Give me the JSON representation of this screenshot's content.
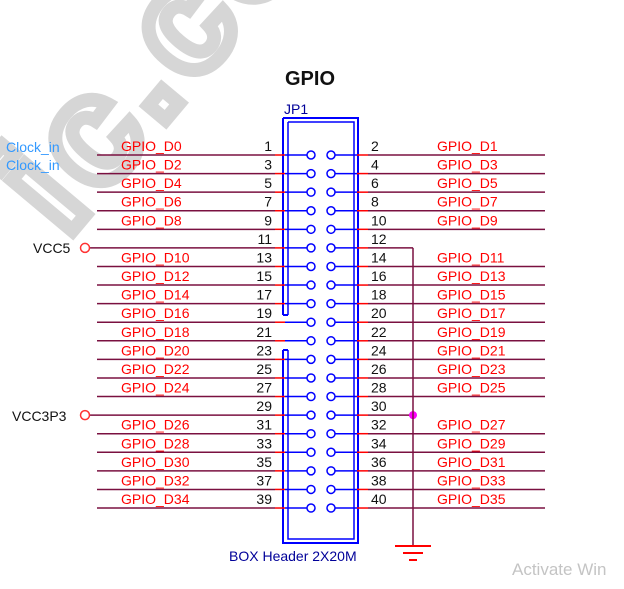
{
  "title": "GPIO",
  "ref": "JP1",
  "part": "BOX Header 2X20M",
  "watermark": "ic.com",
  "overlay": "Activate Win",
  "clock_labels": [
    "Clock_in",
    "Clock_in"
  ],
  "power": {
    "vcc5": "VCC5",
    "vcc3p3": "VCC3P3"
  },
  "colors": {
    "net_label": "#ff0000",
    "wire": "#7a1040",
    "connector": "#0000ff",
    "clock": "#3399ff",
    "junction": "#ff00ff"
  },
  "rows": [
    {
      "lpin": "1",
      "lnet": "GPIO_D0",
      "rpin": "2",
      "rnet": "GPIO_D1"
    },
    {
      "lpin": "3",
      "lnet": "GPIO_D2",
      "rpin": "4",
      "rnet": "GPIO_D3"
    },
    {
      "lpin": "5",
      "lnet": "GPIO_D4",
      "rpin": "6",
      "rnet": "GPIO_D5"
    },
    {
      "lpin": "7",
      "lnet": "GPIO_D6",
      "rpin": "8",
      "rnet": "GPIO_D7"
    },
    {
      "lpin": "9",
      "lnet": "GPIO_D8",
      "rpin": "10",
      "rnet": "GPIO_D9"
    },
    {
      "lpin": "11",
      "lnet": "",
      "rpin": "12",
      "rnet": ""
    },
    {
      "lpin": "13",
      "lnet": "GPIO_D10",
      "rpin": "14",
      "rnet": "GPIO_D11"
    },
    {
      "lpin": "15",
      "lnet": "GPIO_D12",
      "rpin": "16",
      "rnet": "GPIO_D13"
    },
    {
      "lpin": "17",
      "lnet": "GPIO_D14",
      "rpin": "18",
      "rnet": "GPIO_D15"
    },
    {
      "lpin": "19",
      "lnet": "GPIO_D16",
      "rpin": "20",
      "rnet": "GPIO_D17"
    },
    {
      "lpin": "21",
      "lnet": "GPIO_D18",
      "rpin": "22",
      "rnet": "GPIO_D19"
    },
    {
      "lpin": "23",
      "lnet": "GPIO_D20",
      "rpin": "24",
      "rnet": "GPIO_D21"
    },
    {
      "lpin": "25",
      "lnet": "GPIO_D22",
      "rpin": "26",
      "rnet": "GPIO_D23"
    },
    {
      "lpin": "27",
      "lnet": "GPIO_D24",
      "rpin": "28",
      "rnet": "GPIO_D25"
    },
    {
      "lpin": "29",
      "lnet": "",
      "rpin": "30",
      "rnet": ""
    },
    {
      "lpin": "31",
      "lnet": "GPIO_D26",
      "rpin": "32",
      "rnet": "GPIO_D27"
    },
    {
      "lpin": "33",
      "lnet": "GPIO_D28",
      "rpin": "34",
      "rnet": "GPIO_D29"
    },
    {
      "lpin": "35",
      "lnet": "GPIO_D30",
      "rpin": "36",
      "rnet": "GPIO_D31"
    },
    {
      "lpin": "37",
      "lnet": "GPIO_D32",
      "rpin": "38",
      "rnet": "GPIO_D33"
    },
    {
      "lpin": "39",
      "lnet": "GPIO_D34",
      "rpin": "40",
      "rnet": "GPIO_D35"
    }
  ]
}
